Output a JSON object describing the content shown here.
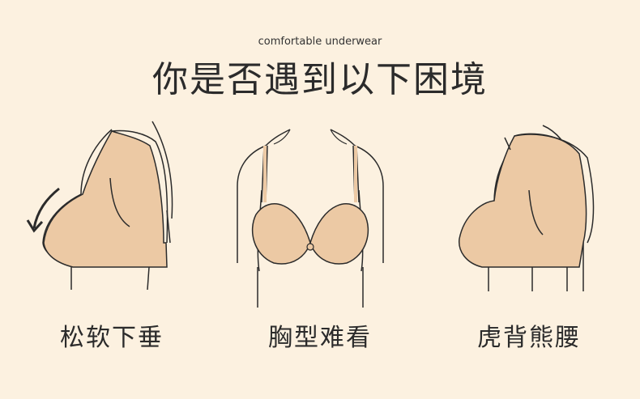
{
  "header": {
    "subtitle": "comfortable underwear",
    "title": "你是否遇到以下困境"
  },
  "panels": [
    {
      "caption": "松软下垂",
      "icon": "sagging-bra-side-illustration"
    },
    {
      "caption": "胸型难看",
      "icon": "bra-front-illustration"
    },
    {
      "caption": "虎背熊腰",
      "icon": "back-fat-side-illustration"
    }
  ],
  "colors": {
    "background": "#fcf1e0",
    "bra": "#ecc9a4",
    "line": "#2b2b2b"
  }
}
